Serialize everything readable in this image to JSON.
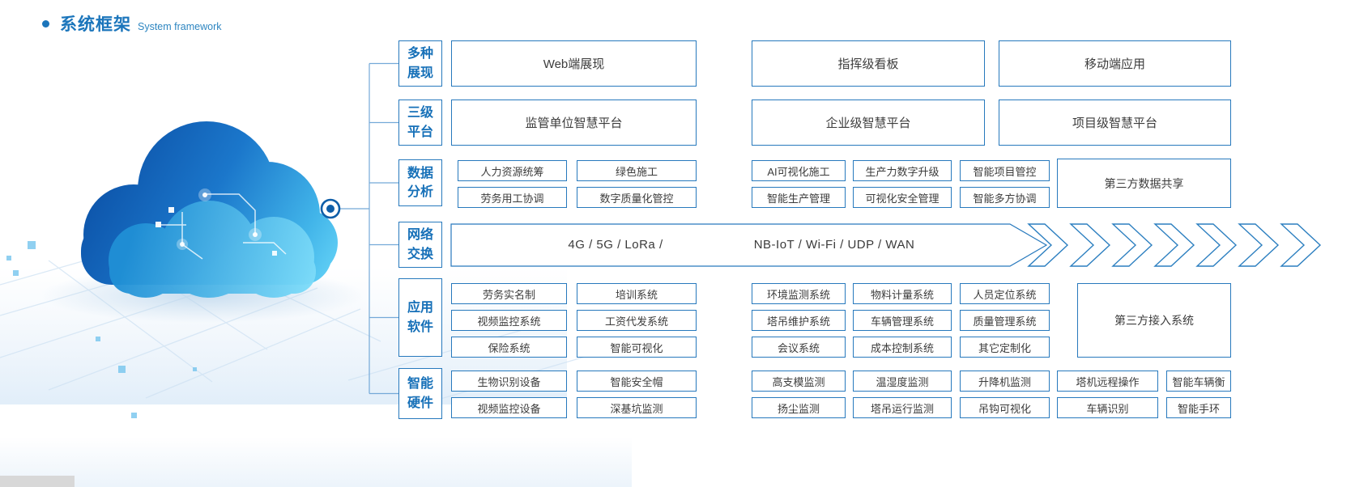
{
  "title": {
    "zh": "系统框架",
    "en": "System framework"
  },
  "palette": {
    "accent": "#1b75bb",
    "border": "#2779bd",
    "line": "#74a9d8",
    "box_text": "#3c3c3c"
  },
  "icons": {
    "cloud": "cloud-graphic",
    "node": "circuit-node-icon",
    "chevrons": "flow-chevrons-icon",
    "bullet": "bullet-dot-icon"
  },
  "sections": {
    "display": {
      "label": "多种\n展现",
      "items": [
        "Web端展现",
        "指挥级看板",
        "移动端应用"
      ]
    },
    "platforms": {
      "label": "三级\n平台",
      "items": [
        "监管单位智慧平台",
        "企业级智慧平台",
        "项目级智慧平台"
      ]
    },
    "data_analysis": {
      "label": "数据\n分析",
      "line1": [
        "人力资源统筹",
        "绿色施工",
        "AI可视化施工",
        "生产力数字升级",
        "智能项目管控"
      ],
      "line2": [
        "劳务用工协调",
        "数字质量化管控",
        "智能生产管理",
        "可视化安全管理",
        "智能多方协调"
      ],
      "side": "第三方数据共享"
    },
    "network": {
      "label": "网络\n交换",
      "left": "4G / 5G / LoRa /",
      "right": "NB-IoT / Wi-Fi / UDP / WAN"
    },
    "software": {
      "label": "应用\n软件",
      "line1": [
        "劳务实名制",
        "培训系统",
        "环境监测系统",
        "物料计量系统",
        "人员定位系统"
      ],
      "line2": [
        "视频监控系统",
        "工资代发系统",
        "塔吊维护系统",
        "车辆管理系统",
        "质量管理系统"
      ],
      "line3": [
        "保险系统",
        "智能可视化",
        "会议系统",
        "成本控制系统",
        "其它定制化"
      ],
      "side": "第三方接入系统"
    },
    "hardware": {
      "label": "智能\n硬件",
      "line1": [
        "生物识别设备",
        "智能安全帽",
        "高支模监测",
        "温湿度监测",
        "升降机监测",
        "塔机远程操作",
        "智能车辆衡"
      ],
      "line2": [
        "视频监控设备",
        "深基坑监测",
        "扬尘监测",
        "塔吊运行监测",
        "吊钩可视化",
        "车辆识别",
        "智能手环"
      ]
    }
  }
}
